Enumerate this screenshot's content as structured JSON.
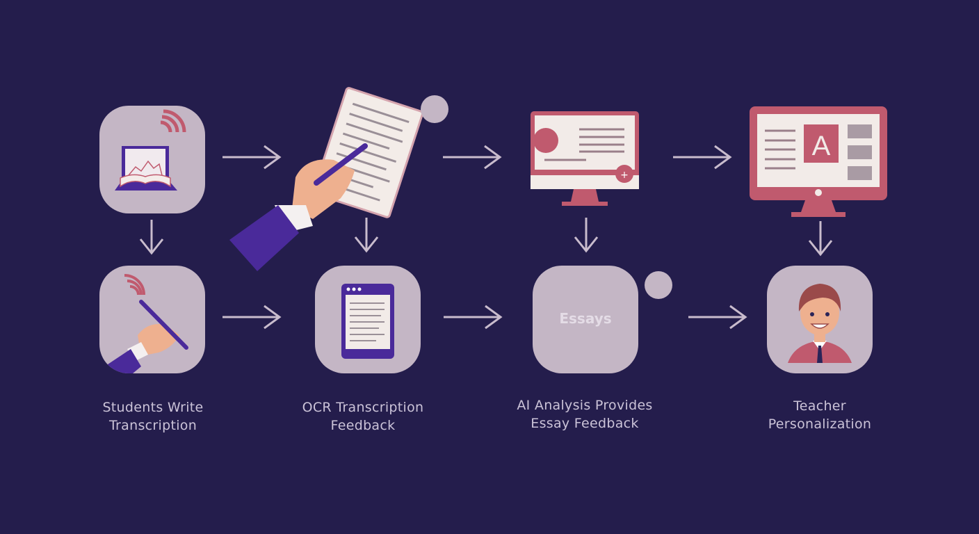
{
  "steps": [
    {
      "label_line1": "Students Write",
      "label_line2": "Transcription"
    },
    {
      "label_line1": "OCR Transcription",
      "label_line2": "Feedback"
    },
    {
      "label_line1": "AI Analysis Provides",
      "label_line2": "Essay Feedback"
    },
    {
      "label_line1": "Teacher",
      "label_line2": "Personalization"
    }
  ],
  "essays_tile_text": "Essays",
  "monitor_letter": "A",
  "colors": {
    "background": "#241d4c",
    "tile": "#c4b6c5",
    "accent": "#c05a6e",
    "purple": "#4a2a9a",
    "arrow": "#c9bccd"
  }
}
